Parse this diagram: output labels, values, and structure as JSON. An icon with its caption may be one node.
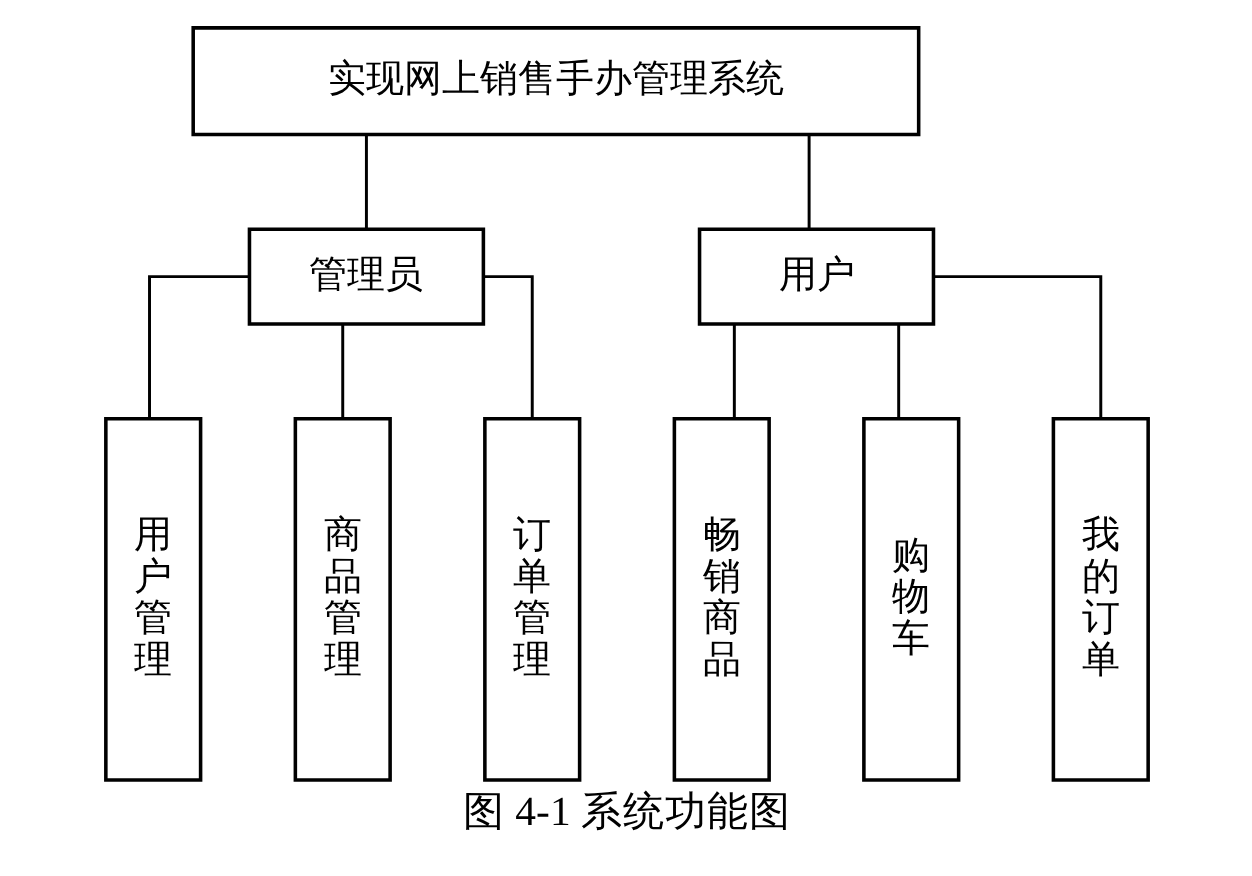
{
  "diagram": {
    "caption": "图 4-1 系统功能图",
    "nodes": [
      {
        "text": [
          "实现网上销售手办管理系统"
        ]
      },
      {
        "text": [
          "管理员"
        ]
      },
      {
        "text": [
          "用户"
        ]
      },
      {
        "text": [
          "用户管理"
        ]
      },
      {
        "text": [
          "商品管理"
        ]
      },
      {
        "text": [
          "订单管理"
        ]
      },
      {
        "text": [
          "畅销商品"
        ]
      },
      {
        "text": [
          "购物车"
        ]
      },
      {
        "text": [
          "我的订单"
        ]
      }
    ],
    "edges": [
      {
        "from": 0,
        "to": 1,
        "arrow": "none"
      },
      {
        "from": 0,
        "to": 2,
        "arrow": "none"
      },
      {
        "from": 1,
        "to": 3,
        "arrow": "none"
      },
      {
        "from": 1,
        "to": 4,
        "arrow": "none"
      },
      {
        "from": 1,
        "to": 5,
        "arrow": "none"
      },
      {
        "from": 2,
        "to": 6,
        "arrow": "none"
      },
      {
        "from": 2,
        "to": 7,
        "arrow": "none"
      },
      {
        "from": 2,
        "to": 8,
        "arrow": "none"
      }
    ]
  }
}
